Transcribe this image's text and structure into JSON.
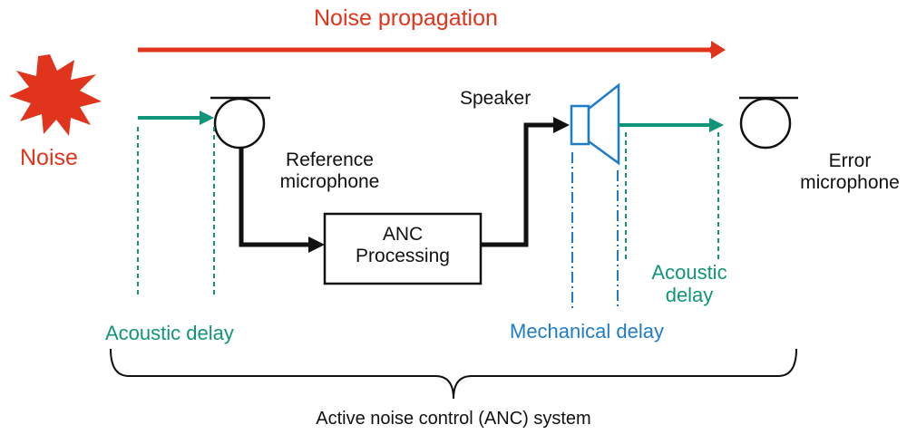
{
  "labels": {
    "noise_propagation": "Noise propagation",
    "noise": "Noise",
    "reference_mic_line1": "Reference",
    "reference_mic_line2": "microphone",
    "anc_line1": "ANC",
    "anc_line2": "Processing",
    "speaker": "Speaker",
    "error_mic_line1": "Error",
    "error_mic_line2": "microphone",
    "acoustic_delay_left": "Acoustic delay",
    "acoustic_delay_right_line1": "Acoustic",
    "acoustic_delay_right_line2": "delay",
    "mechanical_delay": "Mechanical delay",
    "system": "Active noise control (ANC) system"
  },
  "colors": {
    "noise": "#e0341c",
    "acoustic": "#10957a",
    "mechanical": "#1f7cc8",
    "signal": "#111111"
  }
}
